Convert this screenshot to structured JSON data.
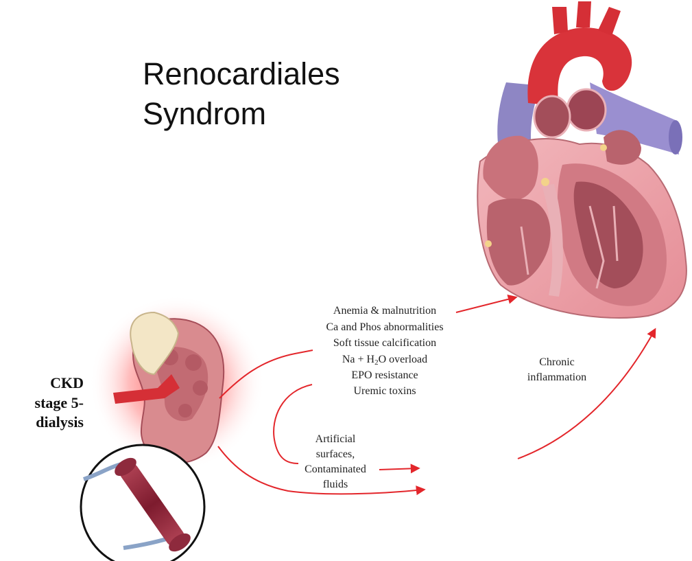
{
  "title": {
    "line1": "Renocardiales",
    "line2": "Syndrom"
  },
  "stage_label": {
    "line1": "CKD",
    "line2": "stage 5-",
    "line3": "dialysis"
  },
  "factors": [
    "Anemia & malnutrition",
    "Ca and Phos abnormalities",
    "Soft tissue calcification",
    "EPO resistance",
    "Uremic toxins"
  ],
  "overload": {
    "prefix": "Na + H",
    "sub": "2",
    "suffix": "O overload"
  },
  "inflammation": {
    "line1": "Chronic",
    "line2": "inflammation"
  },
  "surfaces": {
    "line1": "Artificial",
    "line2": "surfaces,",
    "line3": "Contaminated",
    "line4": "fluids"
  },
  "colors": {
    "arrow": "#e3262b",
    "heart_tissue": "#e8a0a6",
    "aorta": "#d9333a",
    "vein": "#8e86c4",
    "kidney": "#d98b8f",
    "glow": "#ff5a5a"
  },
  "icons": [
    "heart-illustration",
    "kidney-illustration",
    "dialyzer-illustration"
  ]
}
